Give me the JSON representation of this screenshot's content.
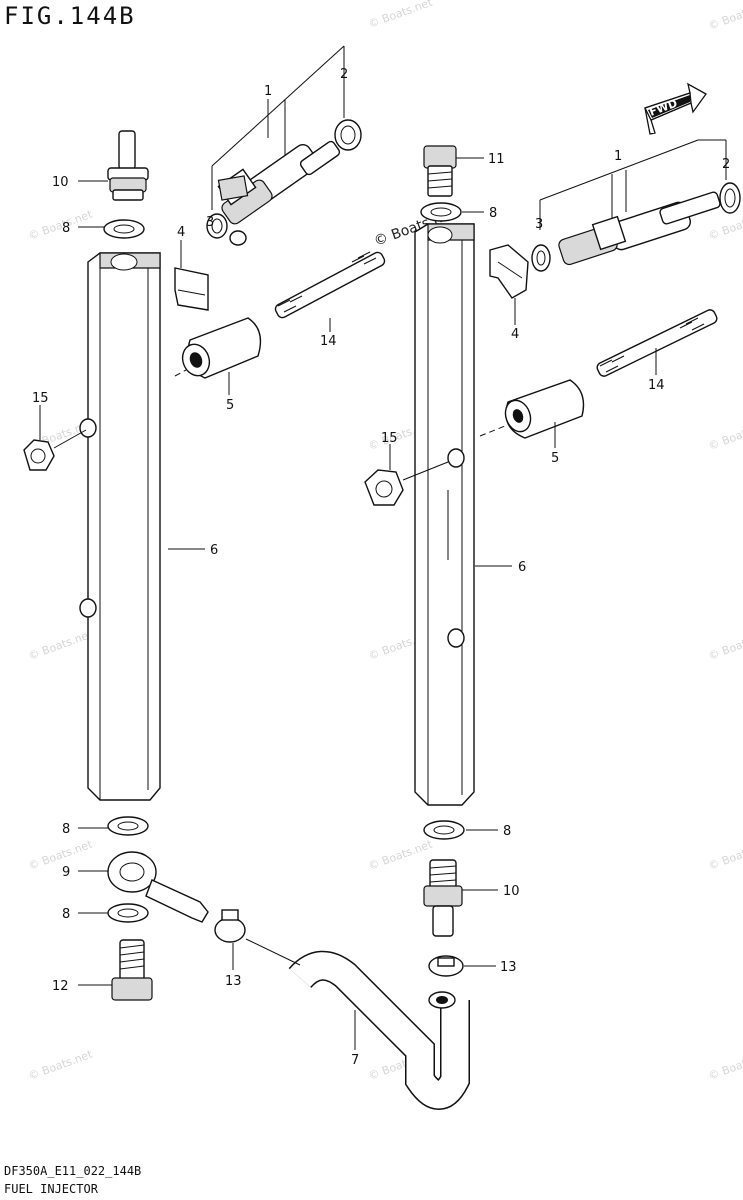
{
  "figure": {
    "title": "FIG.144B",
    "code": "DF350A_E11_022_144B",
    "name": "FUEL INJECTOR",
    "watermark": "© Boats.net",
    "direction_label": "FWD"
  },
  "callouts": {
    "c1a": "1",
    "c2a": "2",
    "c3a": "3",
    "c4a": "4",
    "c5a": "5",
    "c6a": "6",
    "c8a": "8",
    "c10a": "10",
    "c14a": "14",
    "c15a": "15",
    "c8b": "8",
    "c9": "9",
    "c8c": "8",
    "c12": "12",
    "c13a": "13",
    "c7": "7",
    "c11": "11",
    "c8d": "8",
    "c1b": "1",
    "c2b": "2",
    "c3b": "3",
    "c4b": "4",
    "c14b": "14",
    "c15b": "15",
    "c5b": "5",
    "c6b": "6",
    "c8e": "8",
    "c10b": "10",
    "c13b": "13"
  }
}
